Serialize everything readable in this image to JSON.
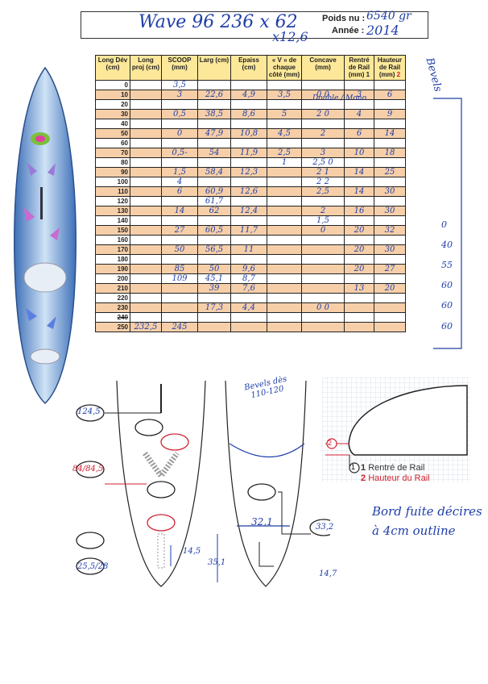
{
  "header": {
    "title_handwritten": "Wave 96  236 x 62",
    "title_handwritten_line2": "x12,6",
    "poids_label": "Poids nu :",
    "poids_value": "6540 gr",
    "annee_label": "Année :",
    "annee_value": "2014"
  },
  "table": {
    "headers": [
      "Long Dév (cm)",
      "Long proj (cm)",
      "SCOOP (mm)",
      "Larg (cm)",
      "Epaiss (cm)",
      "« V » de chaque côté (mm)",
      "Concave (mm)",
      "Rentré de Rail (mm) 1",
      "Hauteur de Rail (mm) 2"
    ],
    "concave_note": "Double / Mono",
    "rows": [
      {
        "long": "0",
        "proj": "",
        "scoop": "3,5",
        "larg": "",
        "epaiss": "",
        "v": "",
        "concave": "",
        "rentre": "",
        "hauteur": "",
        "bevel": ""
      },
      {
        "long": "10",
        "proj": "",
        "scoop": "3",
        "larg": "22,6",
        "epaiss": "4,9",
        "v": "3,5",
        "concave": "0  0",
        "rentre": "3",
        "hauteur": "6",
        "bevel": ""
      },
      {
        "long": "20",
        "proj": "",
        "scoop": "",
        "larg": "",
        "epaiss": "",
        "v": "",
        "concave": "",
        "rentre": "",
        "hauteur": "",
        "bevel": ""
      },
      {
        "long": "30",
        "proj": "",
        "scoop": "0,5",
        "larg": "38,5",
        "epaiss": "8,6",
        "v": "5",
        "concave": "2  0",
        "rentre": "4",
        "hauteur": "9",
        "bevel": ""
      },
      {
        "long": "40",
        "proj": "",
        "scoop": "",
        "larg": "",
        "epaiss": "",
        "v": "",
        "concave": "",
        "rentre": "",
        "hauteur": "",
        "bevel": ""
      },
      {
        "long": "50",
        "proj": "",
        "scoop": "0",
        "larg": "47,9",
        "epaiss": "10,8",
        "v": "4,5",
        "concave": "2",
        "rentre": "6",
        "hauteur": "14",
        "bevel": ""
      },
      {
        "long": "60",
        "proj": "",
        "scoop": "",
        "larg": "",
        "epaiss": "",
        "v": "",
        "concave": "",
        "rentre": "",
        "hauteur": "",
        "bevel": ""
      },
      {
        "long": "70",
        "proj": "",
        "scoop": "0,5-",
        "larg": "54",
        "epaiss": "11,9",
        "v": "2,5",
        "concave": "3",
        "rentre": "10",
        "hauteur": "18",
        "bevel": ""
      },
      {
        "long": "80",
        "proj": "",
        "scoop": "",
        "larg": "",
        "epaiss": "",
        "v": "1",
        "concave": "2,5  0",
        "rentre": "",
        "hauteur": "",
        "bevel": ""
      },
      {
        "long": "90",
        "proj": "",
        "scoop": "1,5",
        "larg": "58,4",
        "epaiss": "12,3",
        "v": "",
        "concave": "2  1",
        "rentre": "14",
        "hauteur": "25",
        "bevel": ""
      },
      {
        "long": "100",
        "proj": "",
        "scoop": "4",
        "larg": "",
        "epaiss": "",
        "v": "",
        "concave": "2  2",
        "rentre": "",
        "hauteur": "",
        "bevel": ""
      },
      {
        "long": "110",
        "proj": "",
        "scoop": "6",
        "larg": "60,9",
        "epaiss": "12,6",
        "v": "",
        "concave": "2,5",
        "rentre": "14",
        "hauteur": "30",
        "bevel": "0"
      },
      {
        "long": "120",
        "proj": "",
        "scoop": "",
        "larg": "61,7",
        "epaiss": "",
        "v": "",
        "concave": "",
        "rentre": "",
        "hauteur": "",
        "bevel": ""
      },
      {
        "long": "130",
        "proj": "",
        "scoop": "14",
        "larg": "62",
        "epaiss": "12,4",
        "v": "",
        "concave": "2",
        "rentre": "16",
        "hauteur": "30",
        "bevel": "40"
      },
      {
        "long": "140",
        "proj": "",
        "scoop": "",
        "larg": "",
        "epaiss": "",
        "v": "",
        "concave": "1,5",
        "rentre": "",
        "hauteur": "",
        "bevel": ""
      },
      {
        "long": "150",
        "proj": "",
        "scoop": "27",
        "larg": "60,5",
        "epaiss": "11,7",
        "v": "",
        "concave": "0",
        "rentre": "20",
        "hauteur": "32",
        "bevel": "55"
      },
      {
        "long": "160",
        "proj": "",
        "scoop": "",
        "larg": "",
        "epaiss": "",
        "v": "",
        "concave": "",
        "rentre": "",
        "hauteur": "",
        "bevel": ""
      },
      {
        "long": "170",
        "proj": "",
        "scoop": "50",
        "larg": "56,5",
        "epaiss": "11",
        "v": "",
        "concave": "",
        "rentre": "20",
        "hauteur": "30",
        "bevel": "60"
      },
      {
        "long": "180",
        "proj": "",
        "scoop": "",
        "larg": "",
        "epaiss": "",
        "v": "",
        "concave": "",
        "rentre": "",
        "hauteur": "",
        "bevel": ""
      },
      {
        "long": "190",
        "proj": "",
        "scoop": "85",
        "larg": "50",
        "epaiss": "9,6",
        "v": "",
        "concave": "",
        "rentre": "20",
        "hauteur": "27",
        "bevel": "60"
      },
      {
        "long": "200",
        "proj": "",
        "scoop": "109",
        "larg": "45,1",
        "epaiss": "8,7",
        "v": "",
        "concave": "",
        "rentre": "",
        "hauteur": "",
        "bevel": ""
      },
      {
        "long": "210",
        "proj": "",
        "scoop": "",
        "larg": "39",
        "epaiss": "7,6",
        "v": "",
        "concave": "",
        "rentre": "13",
        "hauteur": "20",
        "bevel": "60"
      },
      {
        "long": "220",
        "proj": "",
        "scoop": "",
        "larg": "",
        "epaiss": "",
        "v": "",
        "concave": "",
        "rentre": "",
        "hauteur": "",
        "bevel": ""
      },
      {
        "long": "230",
        "proj": "",
        "scoop": "",
        "larg": "17,3",
        "epaiss": "4,4",
        "v": "",
        "concave": "0  0",
        "rentre": "",
        "hauteur": "",
        "bevel": ""
      },
      {
        "long": "240",
        "proj": "",
        "scoop": "",
        "larg": "",
        "epaiss": "",
        "v": "",
        "concave": "",
        "rentre": "",
        "hauteur": "",
        "bevel": ""
      },
      {
        "long": "250",
        "proj": "232,5",
        "scoop": "245",
        "larg": "",
        "epaiss": "",
        "v": "",
        "concave": "",
        "rentre": "",
        "hauteur": "",
        "bevel": ""
      }
    ]
  },
  "bevels_label": "Bevels",
  "schema": {
    "left_labels": [
      "124,5",
      "84/84,5",
      "25,5/28"
    ],
    "left_dim": "14,5",
    "center_bevels": "Bevels dès 110-120",
    "center_width": "32,1",
    "center_dim": "35,1",
    "right_labels": [
      "33,2",
      "14,7"
    ]
  },
  "rail_diagram": {
    "marker_1": "1",
    "marker_2": "2",
    "legend_1": "Rentré de Rail",
    "legend_2": "Hauteur du Rail"
  },
  "note": {
    "text": "Bord fuite décires à 4cm outline"
  },
  "colors": {
    "header_yellow": "#fde89a",
    "row_orange": "#f6cfa9",
    "ink_blue": "#1f3ea8",
    "accent_red": "#d02030"
  }
}
